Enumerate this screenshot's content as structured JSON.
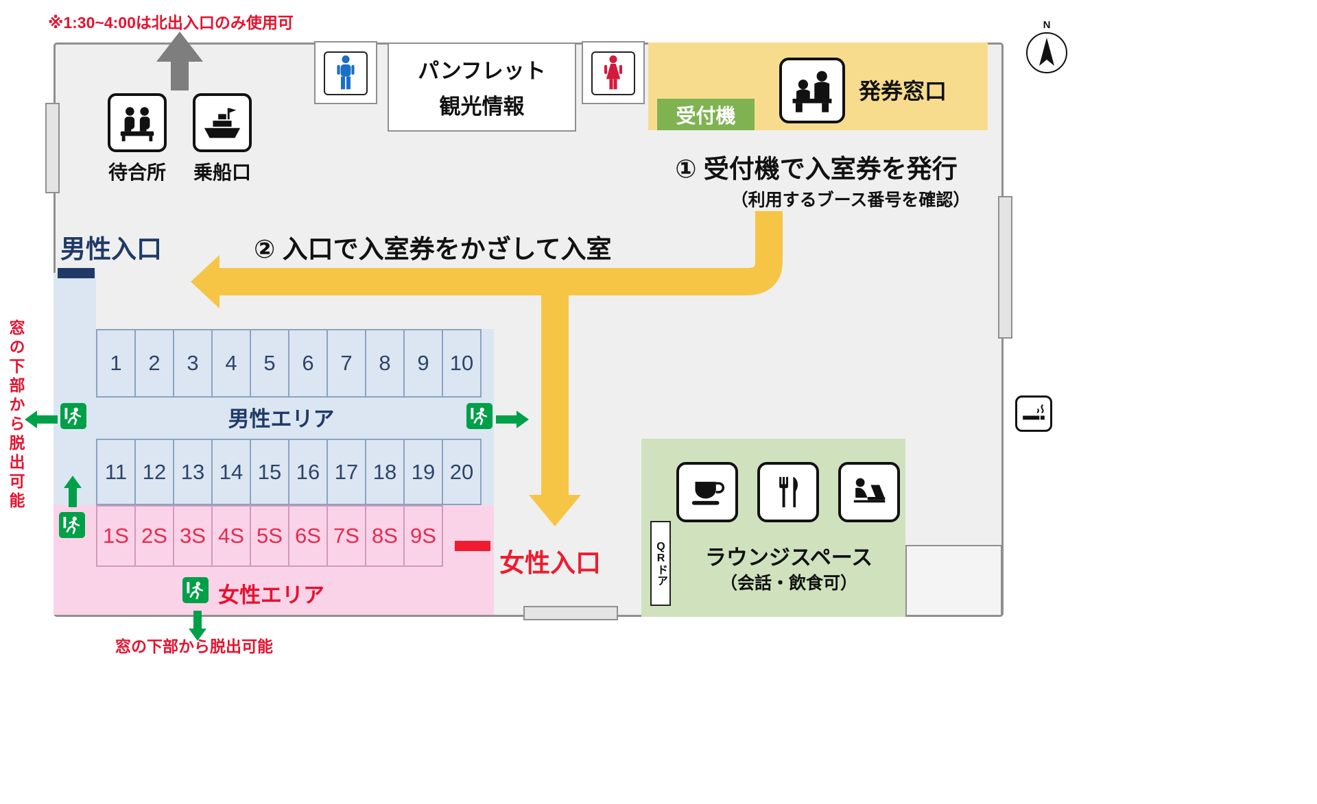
{
  "notes": {
    "north_restriction": "※1:30~4:00は北出入口のみ使用可",
    "escape_left": "窓の下部から脱出可能",
    "escape_bottom": "窓の下部から脱出可能"
  },
  "compass": {
    "label": "N"
  },
  "top_facilities": {
    "waiting_area": "待合所",
    "boarding_gate": "乗船口",
    "info_line1": "パンフレット",
    "info_line2": "観光情報",
    "reception_machine": "受付機",
    "ticket_window": "発券窓口"
  },
  "instructions": {
    "step1": "① 受付機で入室券を発行",
    "step1_note": "（利用するブース番号を確認）",
    "step2": "② 入口で入室券をかざして入室"
  },
  "booth_area": {
    "mens_entrance": "男性入口",
    "womens_entrance": "女性入口",
    "mens_area_label": "男性エリア",
    "womens_area_label": "女性エリア",
    "mens_row1": [
      "1",
      "2",
      "3",
      "4",
      "5",
      "6",
      "7",
      "8",
      "9",
      "10"
    ],
    "mens_row2": [
      "11",
      "12",
      "13",
      "14",
      "15",
      "16",
      "17",
      "18",
      "19",
      "20"
    ],
    "womens_row": [
      "1S",
      "2S",
      "3S",
      "4S",
      "5S",
      "6S",
      "7S",
      "8S",
      "9S"
    ]
  },
  "lounge": {
    "title": "ラウンジスペース",
    "subtitle": "（会話・飲食可）",
    "qr_door": "QRドア"
  },
  "icons": [
    "north-exit-arrow",
    "waiting-area-icon",
    "ship-icon",
    "mens-toilet-icon",
    "womens-toilet-icon",
    "ticket-counter-icon",
    "compass-needle-icon",
    "emergency-exit-icon",
    "coffee-icon",
    "fork-knife-icon",
    "laptop-person-icon",
    "smoking-icon",
    "route-arrow"
  ],
  "colors": {
    "mens_accent": "#1f3a66",
    "womens_accent": "#e8112d",
    "mens_fill": "#dbe6f2",
    "womens_fill": "#fbd3e9",
    "reception_fill": "#f8dc8d",
    "reception_machine_fill": "#7fb352",
    "lounge_fill": "#cfe2bd",
    "route_arrow": "#f6c545",
    "exit_green": "#00a048",
    "floor_fill": "#efeff0"
  }
}
